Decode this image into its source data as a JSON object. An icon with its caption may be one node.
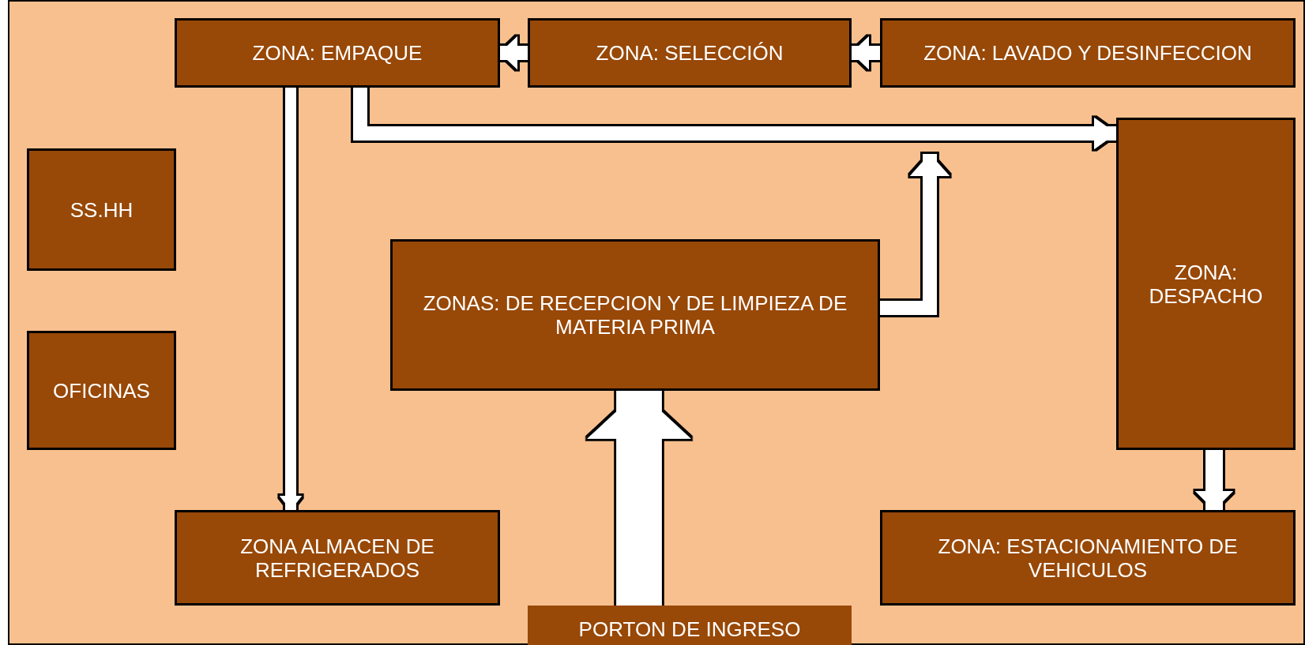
{
  "diagram": {
    "nodes": [
      {
        "text": [
          "ZONA: EMPAQUE"
        ]
      },
      {
        "text": [
          "ZONA: SELECCIÓN"
        ]
      },
      {
        "text": [
          "ZONA: LAVADO Y DESINFECCION"
        ]
      },
      {
        "text": [
          "SS.HH"
        ]
      },
      {
        "text": [
          "OFICINAS"
        ]
      },
      {
        "text": [
          "ZONAS: DE RECEPCION Y DE LIMPIEZA DE MATERIA PRIMA"
        ]
      },
      {
        "text": [
          "ZONA: DESPACHO"
        ]
      },
      {
        "text": [
          "ZONA ALMACEN DE REFRIGERADOS"
        ]
      },
      {
        "text": [
          "ZONA: ESTACIONAMIENTO DE VEHICULOS"
        ]
      },
      {
        "text": [
          "PORTON DE INGRESO"
        ]
      }
    ],
    "edges": [
      {
        "from": 2,
        "to": 1,
        "arrow": "to"
      },
      {
        "from": 1,
        "to": 0,
        "arrow": "to"
      },
      {
        "from": 0,
        "to": 7,
        "arrow": "to"
      },
      {
        "from": 0,
        "to": 6,
        "arrow": "to"
      },
      {
        "from": 5,
        "to": 2,
        "arrow": "to"
      },
      {
        "from": 9,
        "to": 5,
        "arrow": "to",
        "style": "thick"
      },
      {
        "from": 6,
        "to": 8,
        "arrow": "to"
      }
    ]
  }
}
